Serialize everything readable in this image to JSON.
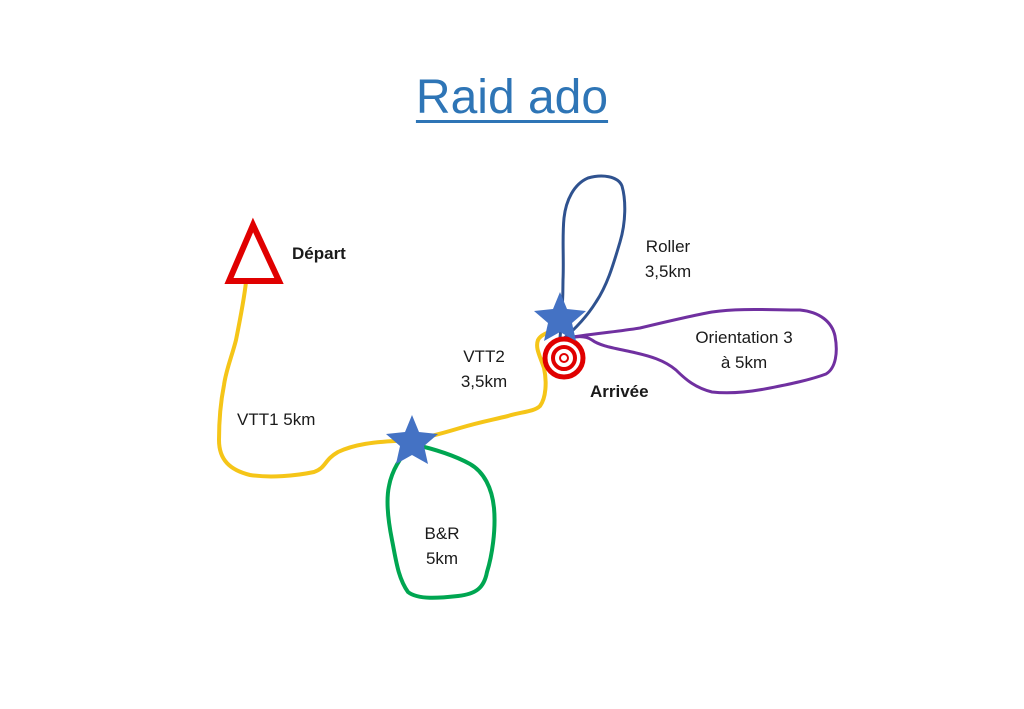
{
  "title": "Raid ado",
  "colors": {
    "title": "#2E75B6",
    "vtt": "#F5C518",
    "roller": "#2F528F",
    "orientation": "#7030A0",
    "bike_run": "#00A651",
    "start_marker": "#E00000",
    "finish_marker": "#E00000",
    "checkpoint_star": "#4472C4"
  },
  "markers": {
    "start": {
      "icon": "triangle-icon",
      "label": "Départ"
    },
    "finish": {
      "icon": "target-icon",
      "label": "Arrivée"
    },
    "checkpoints": [
      {
        "icon": "star-icon"
      },
      {
        "icon": "star-icon"
      }
    ]
  },
  "legs": {
    "vtt1": {
      "label": "VTT1 5km"
    },
    "vtt2": {
      "line1": "VTT2",
      "line2": "3,5km"
    },
    "bike_run": {
      "line1": "B&R",
      "line2": "5km"
    },
    "roller": {
      "line1": "Roller",
      "line2": "3,5km"
    },
    "orientation": {
      "line1": "Orientation 3",
      "line2": "à 5km"
    }
  }
}
